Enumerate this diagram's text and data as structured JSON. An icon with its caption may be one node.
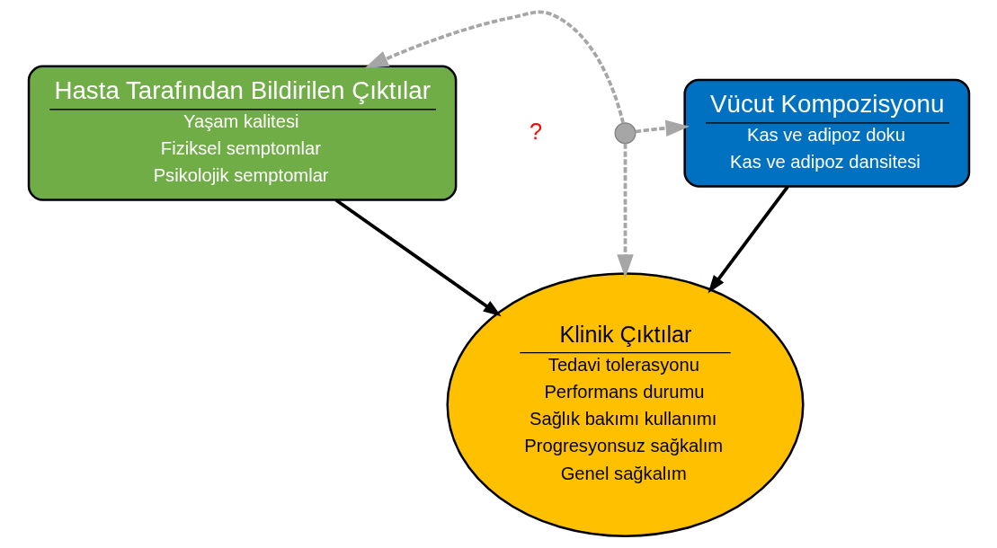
{
  "diagram": {
    "nodes": [
      {
        "text": [
          "Hasta Tarafından Bildirilen Çıktılar",
          "Yaşam kalitesi",
          "Fiziksel semptomlar",
          "Psikolojik semptomlar"
        ]
      },
      {
        "text": [
          "Vücut Kompozisyonu",
          "Kas ve adipoz doku",
          "Kas ve adipoz dansitesi"
        ]
      },
      {
        "text": [
          "Klinik Çıktılar",
          "Tedavi tolerasyonu",
          "Performans durumu",
          "Sağlık bakımı kullanımı",
          "Progresyonsuz sağkalım",
          "Genel sağkalım"
        ]
      },
      {
        "text": [],
        "shape": "point"
      }
    ],
    "edges": [
      {
        "from": 0,
        "to": 2,
        "arrow": "to",
        "color": "#000000"
      },
      {
        "from": 1,
        "to": 2,
        "arrow": "to",
        "color": "#000000"
      },
      {
        "from": 3,
        "to": 0,
        "arrow": "to",
        "style": "dashed"
      },
      {
        "from": 3,
        "to": 1,
        "arrow": "to",
        "style": "dashed"
      },
      {
        "from": 3,
        "to": 2,
        "arrow": "to",
        "style": "dashed"
      }
    ],
    "labels": [
      "?"
    ]
  }
}
